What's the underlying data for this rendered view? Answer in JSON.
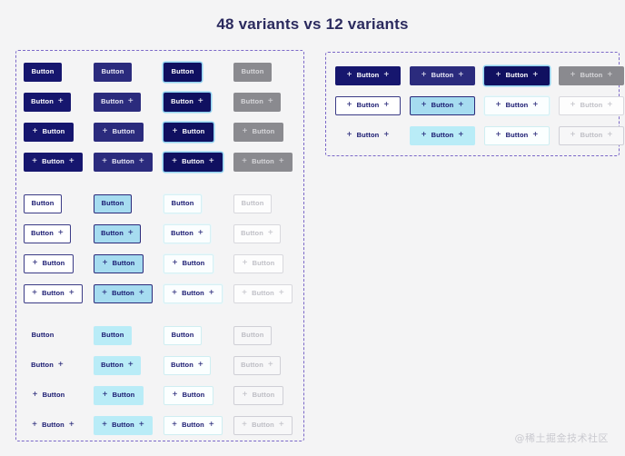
{
  "page": {
    "title": "48 variants vs 12 variants",
    "background": "#f4f4f5",
    "title_color": "#2b2a5e",
    "panel_border_color": "#7b68c8",
    "watermark": "@稀土掘金技术社区"
  },
  "labels": {
    "button": "Button",
    "plus": "+"
  },
  "states": [
    "default",
    "hover",
    "focus",
    "disabled"
  ],
  "icon_layouts": [
    "none",
    "trailing",
    "leading",
    "both"
  ],
  "panels": [
    {
      "id": "left",
      "name": "forty-eight-variants-panel",
      "groups": [
        {
          "id": "primary",
          "style": "primary",
          "rows": [
            {
              "icons": "none",
              "cells": [
                {
                  "state": "default",
                  "label": "Button",
                  "leading": false,
                  "trailing": false
                },
                {
                  "state": "hover",
                  "label": "Button",
                  "leading": false,
                  "trailing": false
                },
                {
                  "state": "focus",
                  "label": "Button",
                  "leading": false,
                  "trailing": false
                },
                {
                  "state": "disabled",
                  "label": "Button",
                  "leading": false,
                  "trailing": false
                }
              ]
            },
            {
              "icons": "trailing",
              "cells": [
                {
                  "state": "default",
                  "label": "Button",
                  "leading": false,
                  "trailing": true
                },
                {
                  "state": "hover",
                  "label": "Button",
                  "leading": false,
                  "trailing": true
                },
                {
                  "state": "focus",
                  "label": "Button",
                  "leading": false,
                  "trailing": true
                },
                {
                  "state": "disabled",
                  "label": "Button",
                  "leading": false,
                  "trailing": true
                }
              ]
            },
            {
              "icons": "leading",
              "cells": [
                {
                  "state": "default",
                  "label": "Button",
                  "leading": true,
                  "trailing": false
                },
                {
                  "state": "hover",
                  "label": "Button",
                  "leading": true,
                  "trailing": false
                },
                {
                  "state": "focus",
                  "label": "Button",
                  "leading": true,
                  "trailing": false
                },
                {
                  "state": "disabled",
                  "label": "Button",
                  "leading": true,
                  "trailing": false
                }
              ]
            },
            {
              "icons": "both",
              "cells": [
                {
                  "state": "default",
                  "label": "Button",
                  "leading": true,
                  "trailing": true
                },
                {
                  "state": "hover",
                  "label": "Button",
                  "leading": true,
                  "trailing": true
                },
                {
                  "state": "focus",
                  "label": "Button",
                  "leading": true,
                  "trailing": true
                },
                {
                  "state": "disabled",
                  "label": "Button",
                  "leading": true,
                  "trailing": true
                }
              ]
            }
          ]
        },
        {
          "id": "secondary",
          "style": "secondary",
          "rows": [
            {
              "icons": "none",
              "cells": [
                {
                  "state": "default",
                  "label": "Button",
                  "leading": false,
                  "trailing": false
                },
                {
                  "state": "hover",
                  "label": "Button",
                  "leading": false,
                  "trailing": false
                },
                {
                  "state": "focus",
                  "label": "Button",
                  "leading": false,
                  "trailing": false
                },
                {
                  "state": "disabled",
                  "label": "Button",
                  "leading": false,
                  "trailing": false
                }
              ]
            },
            {
              "icons": "trailing",
              "cells": [
                {
                  "state": "default",
                  "label": "Button",
                  "leading": false,
                  "trailing": true
                },
                {
                  "state": "hover",
                  "label": "Button",
                  "leading": false,
                  "trailing": true
                },
                {
                  "state": "focus",
                  "label": "Button",
                  "leading": false,
                  "trailing": true
                },
                {
                  "state": "disabled",
                  "label": "Button",
                  "leading": false,
                  "trailing": true
                }
              ]
            },
            {
              "icons": "leading",
              "cells": [
                {
                  "state": "default",
                  "label": "Button",
                  "leading": true,
                  "trailing": false
                },
                {
                  "state": "hover",
                  "label": "Button",
                  "leading": true,
                  "trailing": false
                },
                {
                  "state": "focus",
                  "label": "Button",
                  "leading": true,
                  "trailing": false
                },
                {
                  "state": "disabled",
                  "label": "Button",
                  "leading": true,
                  "trailing": false
                }
              ]
            },
            {
              "icons": "both",
              "cells": [
                {
                  "state": "default",
                  "label": "Button",
                  "leading": true,
                  "trailing": true
                },
                {
                  "state": "hover",
                  "label": "Button",
                  "leading": true,
                  "trailing": true
                },
                {
                  "state": "focus",
                  "label": "Button",
                  "leading": true,
                  "trailing": true
                },
                {
                  "state": "disabled",
                  "label": "Button",
                  "leading": true,
                  "trailing": true
                }
              ]
            }
          ]
        },
        {
          "id": "tertiary",
          "style": "tertiary",
          "rows": [
            {
              "icons": "none",
              "cells": [
                {
                  "state": "default",
                  "label": "Button",
                  "leading": false,
                  "trailing": false
                },
                {
                  "state": "hover",
                  "label": "Button",
                  "leading": false,
                  "trailing": false
                },
                {
                  "state": "focus",
                  "label": "Button",
                  "leading": false,
                  "trailing": false
                },
                {
                  "state": "disabled",
                  "label": "Button",
                  "leading": false,
                  "trailing": false
                }
              ]
            },
            {
              "icons": "trailing",
              "cells": [
                {
                  "state": "default",
                  "label": "Button",
                  "leading": false,
                  "trailing": true
                },
                {
                  "state": "hover",
                  "label": "Button",
                  "leading": false,
                  "trailing": true
                },
                {
                  "state": "focus",
                  "label": "Button",
                  "leading": false,
                  "trailing": true
                },
                {
                  "state": "disabled",
                  "label": "Button",
                  "leading": false,
                  "trailing": true
                }
              ]
            },
            {
              "icons": "leading",
              "cells": [
                {
                  "state": "default",
                  "label": "Button",
                  "leading": true,
                  "trailing": false
                },
                {
                  "state": "hover",
                  "label": "Button",
                  "leading": true,
                  "trailing": false
                },
                {
                  "state": "focus",
                  "label": "Button",
                  "leading": true,
                  "trailing": false
                },
                {
                  "state": "disabled",
                  "label": "Button",
                  "leading": true,
                  "trailing": false
                }
              ]
            },
            {
              "icons": "both",
              "cells": [
                {
                  "state": "default",
                  "label": "Button",
                  "leading": true,
                  "trailing": true
                },
                {
                  "state": "hover",
                  "label": "Button",
                  "leading": true,
                  "trailing": true
                },
                {
                  "state": "focus",
                  "label": "Button",
                  "leading": true,
                  "trailing": true
                },
                {
                  "state": "disabled",
                  "label": "Button",
                  "leading": true,
                  "trailing": true
                }
              ]
            }
          ]
        }
      ]
    },
    {
      "id": "right",
      "name": "twelve-variants-panel",
      "groups": [
        {
          "id": "primary",
          "style": "primary",
          "rows": [
            {
              "icons": "both",
              "cells": [
                {
                  "state": "default",
                  "label": "Button",
                  "leading": true,
                  "trailing": true
                },
                {
                  "state": "hover",
                  "label": "Button",
                  "leading": true,
                  "trailing": true
                },
                {
                  "state": "focus",
                  "label": "Button",
                  "leading": true,
                  "trailing": true
                },
                {
                  "state": "disabled",
                  "label": "Button",
                  "leading": true,
                  "trailing": true
                }
              ]
            }
          ]
        },
        {
          "id": "secondary",
          "style": "secondary",
          "rows": [
            {
              "icons": "both",
              "cells": [
                {
                  "state": "default",
                  "label": "Button",
                  "leading": true,
                  "trailing": true
                },
                {
                  "state": "hover",
                  "label": "Button",
                  "leading": true,
                  "trailing": true
                },
                {
                  "state": "focus",
                  "label": "Button",
                  "leading": true,
                  "trailing": true
                },
                {
                  "state": "disabled",
                  "label": "Button",
                  "leading": true,
                  "trailing": true
                }
              ]
            }
          ]
        },
        {
          "id": "tertiary",
          "style": "tertiary",
          "rows": [
            {
              "icons": "both",
              "cells": [
                {
                  "state": "default",
                  "label": "Button",
                  "leading": true,
                  "trailing": true
                },
                {
                  "state": "hover",
                  "label": "Button",
                  "leading": true,
                  "trailing": true
                },
                {
                  "state": "focus",
                  "label": "Button",
                  "leading": true,
                  "trailing": true
                },
                {
                  "state": "disabled",
                  "label": "Button",
                  "leading": true,
                  "trailing": true
                }
              ]
            }
          ]
        }
      ]
    }
  ]
}
